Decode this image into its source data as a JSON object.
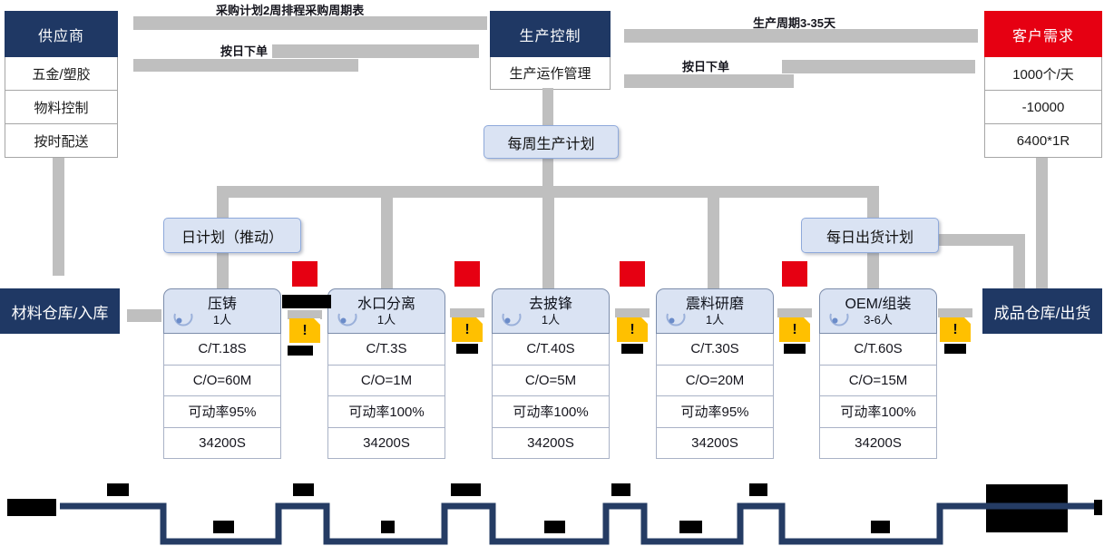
{
  "supplier": {
    "title": "供应商",
    "rows": [
      "五金/塑胶",
      "物料控制",
      "按时配送"
    ]
  },
  "production_control": {
    "title": "生产控制",
    "row": "生产运作管理"
  },
  "customer": {
    "title": "客户需求",
    "rows": [
      "1000个/天",
      "-10000",
      "6400*1R"
    ]
  },
  "info_flows": {
    "left": {
      "schedule_label": "采购计划2周排程采购周期表",
      "order_label": "按日下单"
    },
    "right": {
      "cycle_label": "生产周期3-35天",
      "order_label": "按日下单"
    }
  },
  "plans": {
    "weekly": "每周生产计划",
    "daily_push": "日计划（推动）",
    "daily_ship": "每日出货计划"
  },
  "warehouses": {
    "inbound": "材料仓库/入库",
    "outbound": "成品仓库/出货"
  },
  "processes": [
    {
      "name": "压铸",
      "people": "1人",
      "rows": [
        "C/T.18S",
        "C/O=60M",
        "可动率95%",
        "34200S"
      ]
    },
    {
      "name": "水口分离",
      "people": "1人",
      "rows": [
        "C/T.3S",
        "C/O=1M",
        "可动率100%",
        "34200S"
      ]
    },
    {
      "name": "去披锋",
      "people": "1人",
      "rows": [
        "C/T.40S",
        "C/O=5M",
        "可动率100%",
        "34200S"
      ]
    },
    {
      "name": "震料研磨",
      "people": "1人",
      "rows": [
        "C/T.30S",
        "C/O=20M",
        "可动率95%",
        "34200S"
      ]
    },
    {
      "name": "OEM/组装",
      "people": "3-6人",
      "rows": [
        "C/T.60S",
        "C/O=15M",
        "可动率100%",
        "34200S"
      ]
    }
  ],
  "marker": {
    "alert": "!"
  },
  "colors": {
    "navy": "#1f3864",
    "red": "#e60012",
    "plan_fill": "#dae3f3",
    "plan_border": "#8ea9db",
    "gray": "#bfbfbf",
    "warning_yellow": "#ffc000",
    "timeline_navy": "#253c64"
  }
}
